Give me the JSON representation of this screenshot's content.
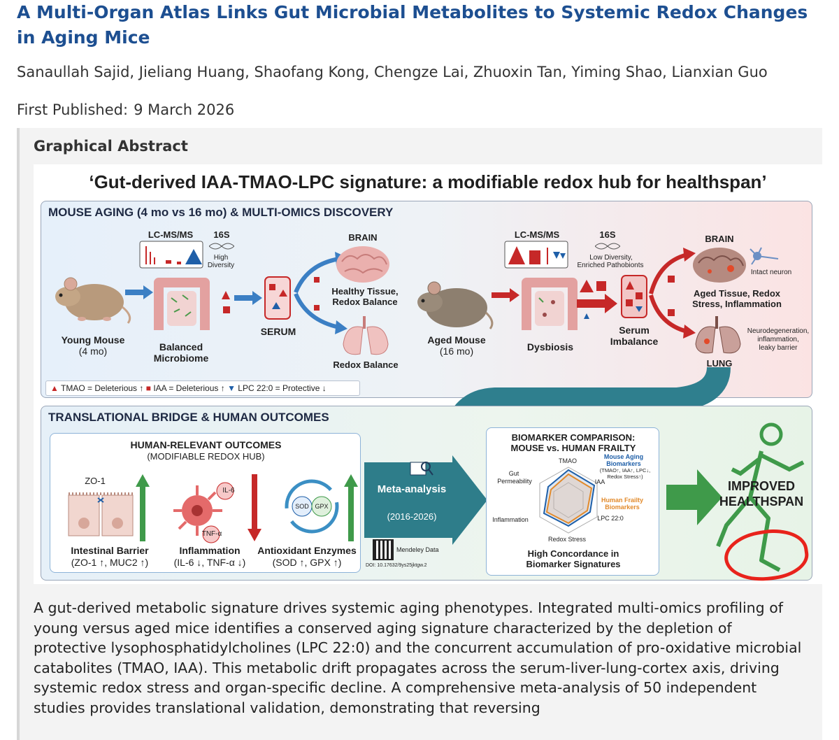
{
  "article": {
    "title": "A Multi-Organ Atlas Links Gut Microbial Metabolites to Systemic Redox Changes in Aging Mice",
    "authors": "Sanaullah Sajid, Jieliang Huang, Shaofang Kong, Chengze Lai, Zhuoxin Tan, Yiming Shao, Lianxian Guo",
    "published_label": "First Published:",
    "published_date": "9 March 2026"
  },
  "graphical_abstract": {
    "heading": "Graphical Abstract",
    "figure_title": "‘Gut-derived IAA-TMAO-LPC signature: a modifiable redox hub for healthspan’",
    "top_panel": {
      "header": "MOUSE AGING (4 mo vs 16 mo) & MULTI-OMICS DISCOVERY",
      "young_mouse": "Young Mouse",
      "young_age": "(4 mo)",
      "aged_mouse": "Aged Mouse",
      "aged_age": "(16 mo)",
      "lcms_left": "LC-MS/MS",
      "s16_left": "16S",
      "high_diversity": "High",
      "high_diversity_2": "Diversity",
      "balanced_1": "Balanced",
      "balanced_2": "Microbiome",
      "serum": "SERUM",
      "brain_left": "BRAIN",
      "healthy_1": "Healthy Tissue,",
      "healthy_2": "Redox Balance",
      "redox_balance": "Redox Balance",
      "lcms_right": "LC-MS/MS",
      "s16_right": "16S",
      "low_div_1": "Low Diversity,",
      "low_div_2": "Enriched Pathobionts",
      "dysbiosis": "Dysbiosis",
      "serum_imb_1": "Serum",
      "serum_imb_2": "Imbalance",
      "brain_right": "BRAIN",
      "intact_neuron": "Intact neuron",
      "aged_tissue_1": "Aged Tissue, Redox",
      "aged_tissue_2": "Stress, Inflammation",
      "neuro_1": "Neurodegeneration,",
      "neuro_2": "inflammation,",
      "neuro_3": "leaky barrier",
      "lung": "LUNG",
      "legend_tmao": "TMAO = Deleterious ↑",
      "legend_iaa": "IAA = Deleterious ↑",
      "legend_lpc": "LPC 22:0 = Protective ↓"
    },
    "bottom_panel": {
      "header": "TRANSLATIONAL BRIDGE & HUMAN OUTCOMES",
      "outcomes_title": "HUMAN-RELEVANT OUTCOMES",
      "outcomes_sub": "(MODIFIABLE REDOX HUB)",
      "zo1": "ZO-1",
      "il6": "IL-6",
      "tnf": "TNF-α",
      "sod": "SOD",
      "gpx": "GPX",
      "barrier": "Intestinal Barrier",
      "barrier_sub": "(ZO-1 ↑, MUC2 ↑)",
      "inflammation": "Inflammation",
      "inflammation_sub": "(IL-6 ↓, TNF-α ↓)",
      "antioxidant": "Antioxidant Enzymes",
      "antioxidant_sub": "(SOD ↑, GPX ↑)",
      "meta": "Meta-analysis",
      "meta_years": "(2016-2026)",
      "mendeley": "Mendeley Data",
      "doi": "DOI: 10.17632/9ys25jktgw.2",
      "bio_title_1": "BIOMARKER COMPARISON:",
      "bio_title_2": "MOUSE vs. HUMAN FRAILTY",
      "radar_tmao": "TMAO",
      "radar_gut_1": "Gut",
      "radar_gut_2": "Permeability",
      "radar_iaa": "IAA",
      "radar_infl": "Inflammation",
      "radar_lpc": "LPC 22:0",
      "radar_redox": "Redox Stress",
      "mouse_leg_1": "Mouse Aging",
      "mouse_leg_2": "Biomarkers",
      "mouse_leg_3": "(TMAO↑, IAA↑, LPC↓,",
      "mouse_leg_4": "Redox Stress↑)",
      "human_leg_1": "Human Frailty",
      "human_leg_2": "Biomarkers",
      "concord_1": "High Concordance in",
      "concord_2": "Biomarker Signatures",
      "improved_1": "IMPROVED",
      "improved_2": "HEALTHSPAN"
    },
    "colors": {
      "title_blue": "#1d4f91",
      "deleterious_red": "#c62828",
      "protective_blue": "#1f5fa8",
      "green": "#3f9a4a",
      "annotation_red": "#e8231b"
    }
  },
  "abstract_text": "A gut-derived metabolic signature drives systemic aging phenotypes. Integrated multi-omics profiling of young versus aged mice identifies a conserved aging signature characterized by the depletion of protective lysophosphatidylcholines (LPC 22:0) and the concurrent accumulation of pro-oxidative microbial catabolites (TMAO, IAA). This metabolic drift propagates across the serum-liver-lung-cortex axis, driving systemic redox stress and organ-specific decline. A comprehensive meta-analysis of 50 independent studies provides translational validation, demonstrating that reversing"
}
